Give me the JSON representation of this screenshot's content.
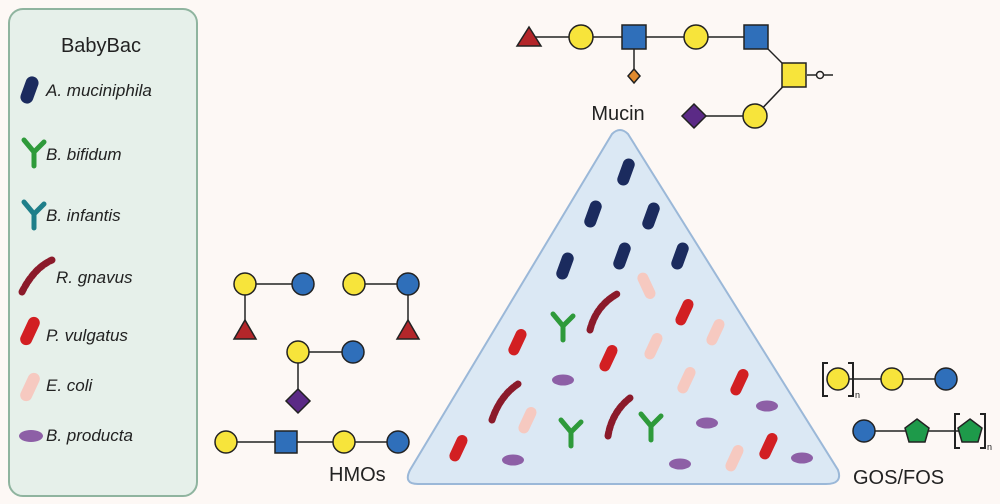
{
  "legend": {
    "title": "BabyBac",
    "items": [
      {
        "name": "A. muciniphila",
        "shape": "a-muciniphila-icon",
        "color": "#1b2b5e"
      },
      {
        "name": "B. bifidum",
        "shape": "b-bifidum-icon",
        "color": "#2e9a3a"
      },
      {
        "name": "B. infantis",
        "shape": "b-infantis-icon",
        "color": "#1f7f8a"
      },
      {
        "name": "R. gnavus",
        "shape": "r-gnavus-icon",
        "color": "#8b1a2a"
      },
      {
        "name": "P. vulgatus",
        "shape": "p-vulgatus-icon",
        "color": "#d21f22"
      },
      {
        "name": "E. coli",
        "shape": "e-coli-icon",
        "color": "#f6c9c0"
      },
      {
        "name": "B. producta",
        "shape": "b-producta-icon",
        "color": "#8d5fa6"
      }
    ]
  },
  "labels": {
    "mucin": "Mucin",
    "hmos": "HMOs",
    "gos_fos": "GOS/FOS",
    "repeat_n": "n"
  },
  "colors": {
    "galactose_yellow": "#f7e43b",
    "glcnac_blue": "#2f6fba",
    "fucose_red": "#b3262a",
    "sialic_purple": "#5b2a86",
    "fructose_green": "#1e9a4a",
    "triangle_fill": "#dbe8f4",
    "triangle_stroke": "#9bb8d8",
    "legend_fill": "#e6f0ea",
    "legend_stroke": "#8fb49f"
  }
}
